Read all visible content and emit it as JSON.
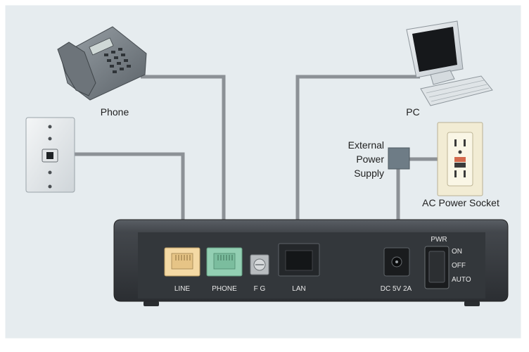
{
  "labels": {
    "phone": "Phone",
    "pc": "PC",
    "power_supply": [
      "External",
      "Power",
      "Supply"
    ],
    "ac_socket": "AC Power Socket"
  },
  "ports": {
    "line": "LINE",
    "phone": "PHONE",
    "fg": "F G",
    "lan": "LAN",
    "dc": "DC 5V 2A",
    "pwr": "PWR",
    "switch_options": [
      "ON",
      "OFF",
      "AUTO"
    ]
  },
  "colors": {
    "background": "#e6ecef",
    "cable": "#8c9196",
    "modem_body": "#3d4146",
    "line_port": "#f4d9a4",
    "phone_port": "#93cfb3",
    "power_supply_box": "#6e7c86"
  }
}
